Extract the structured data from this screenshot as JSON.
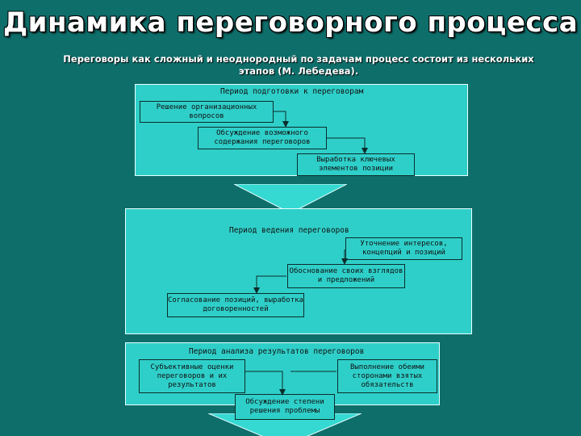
{
  "title": "Динамика переговорного процесса",
  "intro": "Переговоры как сложный и неоднородный по задачам процесс состоит из нескольких этапов (М. Лебедева).",
  "stage1": {
    "heading": "Период подготовки к переговорам",
    "steps": [
      "Решение организационных вопросов",
      "Обсуждение возможного содержания переговоров",
      "Выработка ключевых элементов позиции"
    ]
  },
  "stage2": {
    "heading": "Период ведения переговоров",
    "steps": [
      "Уточнение интересов, концепций и позиций",
      "Обоснование своих взглядов и предложений",
      "Согласование позиций, выработка договоренностей"
    ]
  },
  "stage3": {
    "heading": "Период анализа результатов переговоров",
    "left": "Субъективные оценки переговоров и их результатов",
    "right": "Выполнение обеими сторонами взятых обязательств",
    "center": "Обсуждение степени решения проблемы"
  },
  "colors": {
    "background": "#0e6e6a",
    "panel": "#2fcfc9",
    "arrow": "#35d9d2"
  }
}
